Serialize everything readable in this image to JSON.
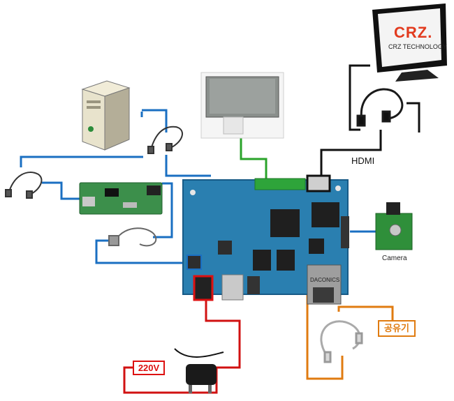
{
  "labels": {
    "hdmi": "HDMI",
    "camera": "Camera",
    "power": "220V",
    "router": "공유기"
  },
  "monitor": {
    "brand_logo": "CRZ.",
    "brand_text": "CRZ TECHNOLOGY"
  },
  "board_chip_text": "DACONICS",
  "colors": {
    "usb_cable": "#1a6fc2",
    "lcd_cable": "#2aa32a",
    "hdmi_cable": "#111111",
    "power_cable": "#d11111",
    "ethernet_cable": "#e07b10",
    "board": "#2a7fb0"
  },
  "icons": {
    "computer": "desktop-tower-icon",
    "monitor": "monitor-icon",
    "lcd": "lcd-panel-icon",
    "power_adapter": "power-adapter-icon",
    "ethernet": "ethernet-cable-icon",
    "camera": "camera-module-icon",
    "usb": "usb-cable-icon"
  }
}
